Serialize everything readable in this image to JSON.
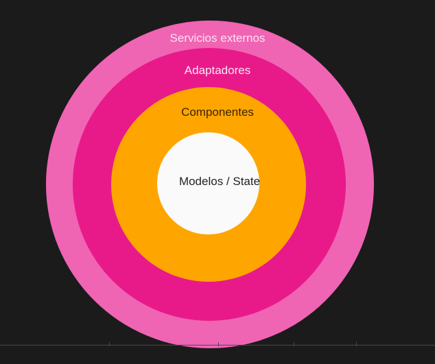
{
  "diagram": {
    "layers": [
      {
        "label": "Servicios externos",
        "color": "#f064b4"
      },
      {
        "label": "Adaptadores",
        "color": "#e81a8a"
      },
      {
        "label": "Componentes",
        "color": "#ffa500"
      },
      {
        "label": "Modelos / State",
        "color": "#fafafa"
      }
    ]
  }
}
